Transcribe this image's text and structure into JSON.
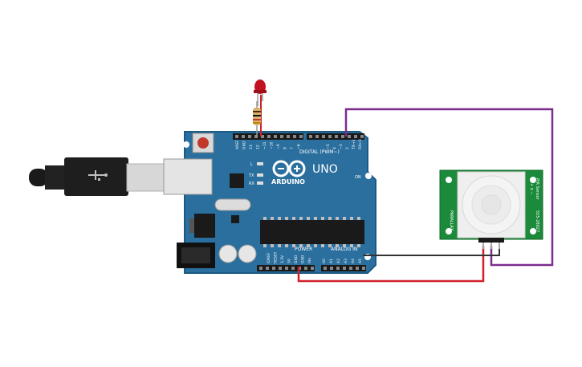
{
  "arduino": {
    "brand": "ARDUINO",
    "model": "UNO",
    "label_digital": "DIGITAL (PWM~)",
    "label_power": "POWER",
    "label_analog": "ANALOG IN",
    "label_on": "ON",
    "label_l": "L",
    "label_tx": "TX",
    "label_rx": "RX",
    "digital_pins": [
      "AREF",
      "GND",
      "13",
      "12",
      "~11",
      "~10",
      "~9",
      "8",
      "7",
      "~6",
      "~5",
      "4",
      "~3",
      "2",
      "TX→1",
      "RX←0"
    ],
    "power_pins": [
      "IOREF",
      "RESET",
      "3.3V",
      "5V",
      "GND",
      "GND",
      "Vin"
    ],
    "analog_pins": [
      "A0",
      "A1",
      "A2",
      "A3",
      "A4",
      "A5"
    ]
  },
  "pir": {
    "label_top": "PIR Sensor",
    "label_pins": "+ o −",
    "label_part": "555-28027",
    "label_left": "PARALLAX"
  },
  "colors": {
    "board": "#2a6f9e",
    "board_dark": "#1f5a83",
    "pir_board": "#1b8a3a",
    "wire_purple": "#7b2d8e",
    "wire_red": "#d0202a",
    "wire_black": "#333333",
    "led": "#c1121f"
  }
}
